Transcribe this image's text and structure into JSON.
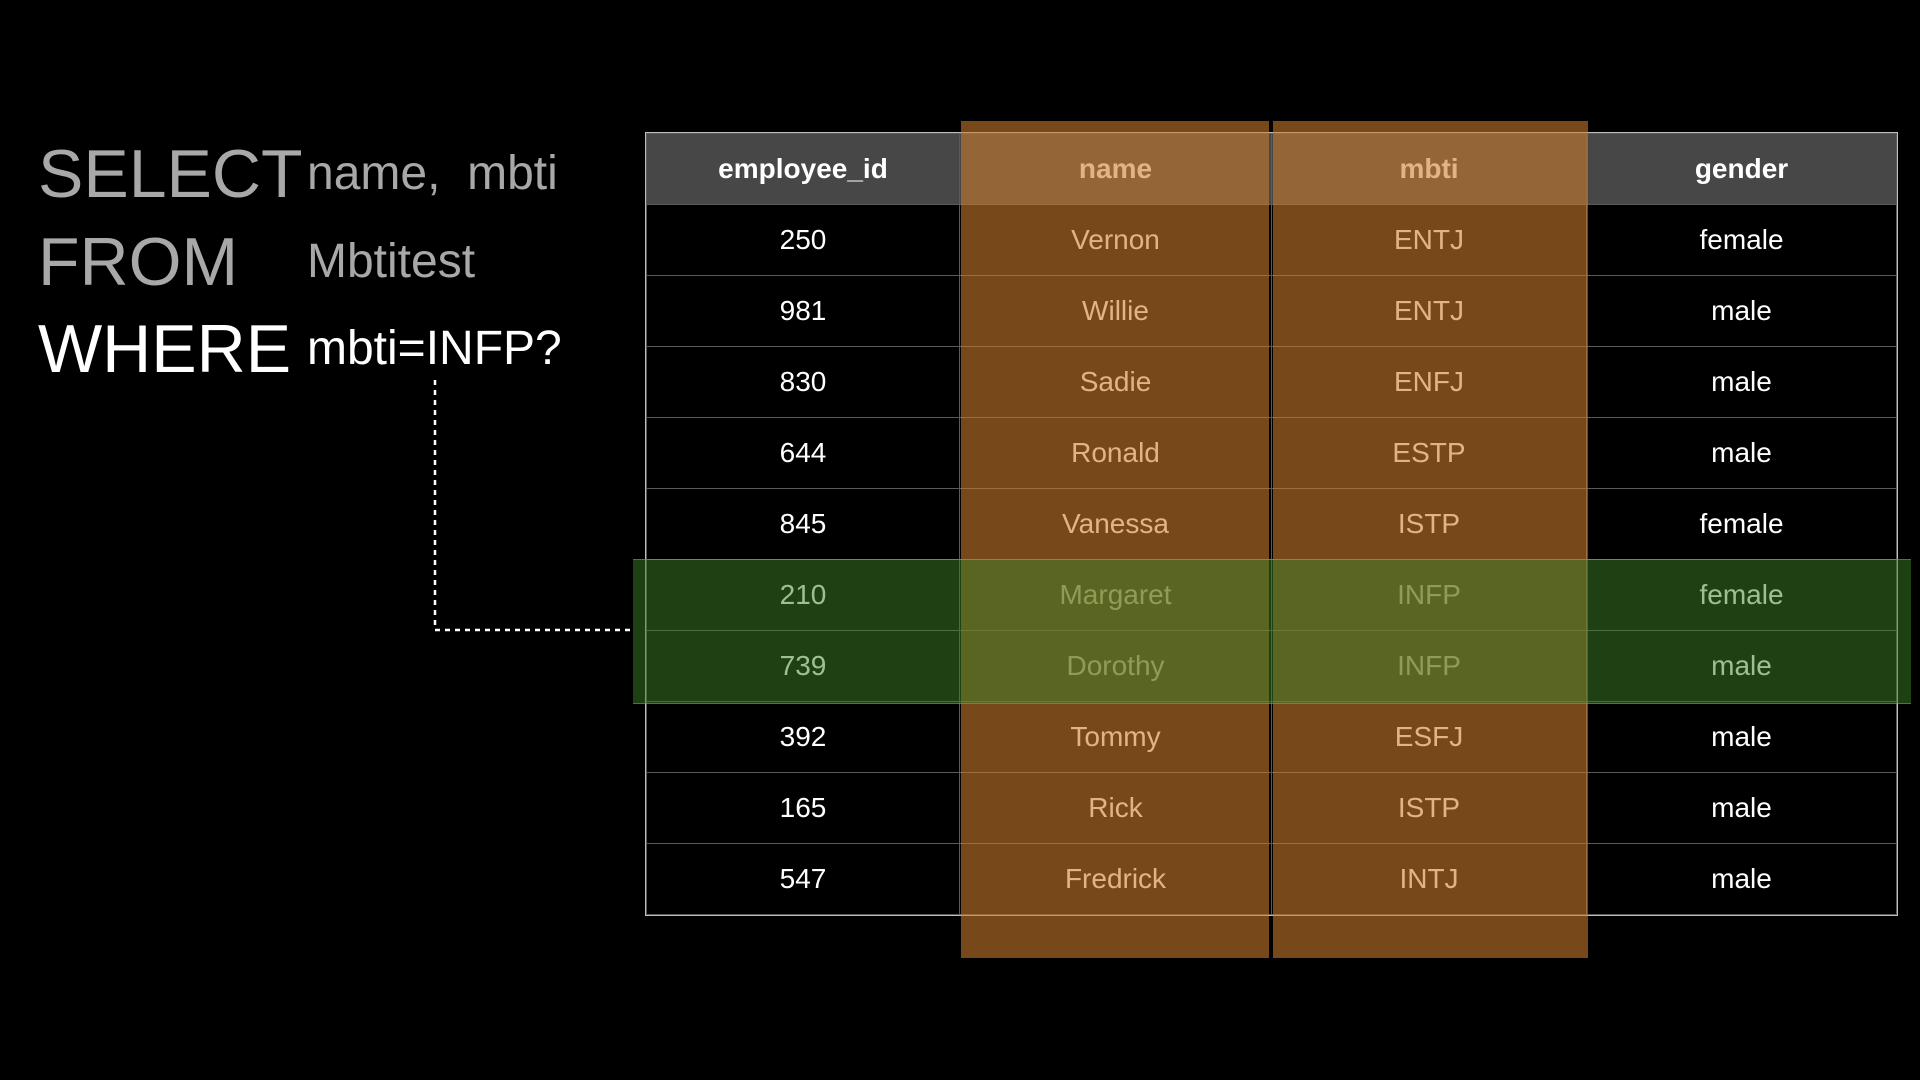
{
  "query": {
    "select_keyword": "SELECT",
    "select_args": "name,  mbti",
    "from_keyword": "FROM",
    "from_args": "Mbtitest",
    "where_keyword": "WHERE",
    "where_args": "mbti=INFP?"
  },
  "table": {
    "headers": [
      "employee_id",
      "name",
      "mbti",
      "gender"
    ],
    "rows": [
      {
        "employee_id": "250",
        "name": "Vernon",
        "mbti": "ENTJ",
        "gender": "female"
      },
      {
        "employee_id": "981",
        "name": "Willie",
        "mbti": "ENTJ",
        "gender": "male"
      },
      {
        "employee_id": "830",
        "name": "Sadie",
        "mbti": "ENFJ",
        "gender": "male"
      },
      {
        "employee_id": "644",
        "name": "Ronald",
        "mbti": "ESTP",
        "gender": "male"
      },
      {
        "employee_id": "845",
        "name": "Vanessa",
        "mbti": "ISTP",
        "gender": "female"
      },
      {
        "employee_id": "210",
        "name": "Margaret",
        "mbti": "INFP",
        "gender": "female"
      },
      {
        "employee_id": "739",
        "name": "Dorothy",
        "mbti": "INFP",
        "gender": "male"
      },
      {
        "employee_id": "392",
        "name": "Tommy",
        "mbti": "ESFJ",
        "gender": "male"
      },
      {
        "employee_id": "165",
        "name": "Rick",
        "mbti": "ISTP",
        "gender": "male"
      },
      {
        "employee_id": "547",
        "name": "Fredrick",
        "mbti": "INTJ",
        "gender": "male"
      }
    ]
  },
  "highlights": {
    "projected_columns": [
      "name",
      "mbti"
    ],
    "projection_color": "#cd7d2d",
    "filtered_rows_employee_ids": [
      "210",
      "739"
    ],
    "filter_color": "#3c8228"
  }
}
